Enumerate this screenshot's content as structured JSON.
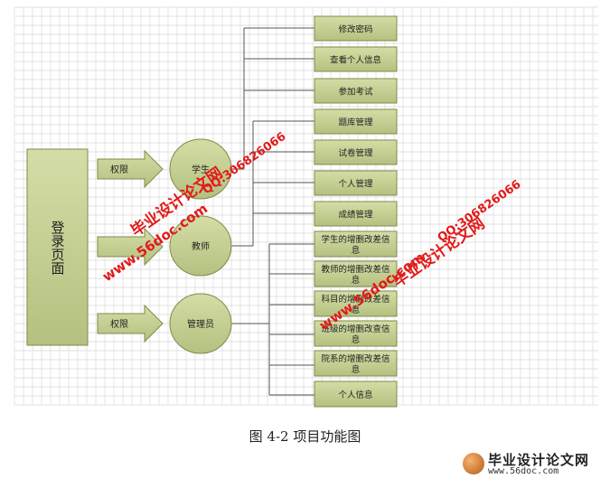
{
  "diagram": {
    "login_page": "登录页面",
    "arrow_labels": [
      "权限",
      "",
      "权限"
    ],
    "roles": [
      "学生",
      "教师",
      "管理员"
    ],
    "student_functions": [
      "修改密码",
      "查看个人信息",
      "参加考试"
    ],
    "teacher_functions": [
      "题库管理",
      "试卷管理",
      "个人管理",
      "成绩管理"
    ],
    "admin_functions": [
      [
        "学生的增删改差信",
        "息"
      ],
      [
        "教师的增删改差信",
        "息"
      ],
      [
        "科目的增删改差信",
        "息"
      ],
      [
        "班级的增删改查信",
        "息"
      ],
      [
        "院系的增删改差信",
        "息"
      ],
      [
        "个人信息"
      ]
    ]
  },
  "watermark": {
    "site_text": "www.56doc.com",
    "qq_text": "QQ:306826066",
    "brand_text": "毕业设计论文网"
  },
  "caption": "图 4-2  项目功能图",
  "logo": {
    "title": "毕业设计论文网",
    "site": "www.56doc.com"
  },
  "colors": {
    "box_fill": "#c4cf94",
    "box_stroke": "#7f8b4a",
    "grid_line": "#d9d9d9",
    "watermark_red": "#e21a1a"
  }
}
